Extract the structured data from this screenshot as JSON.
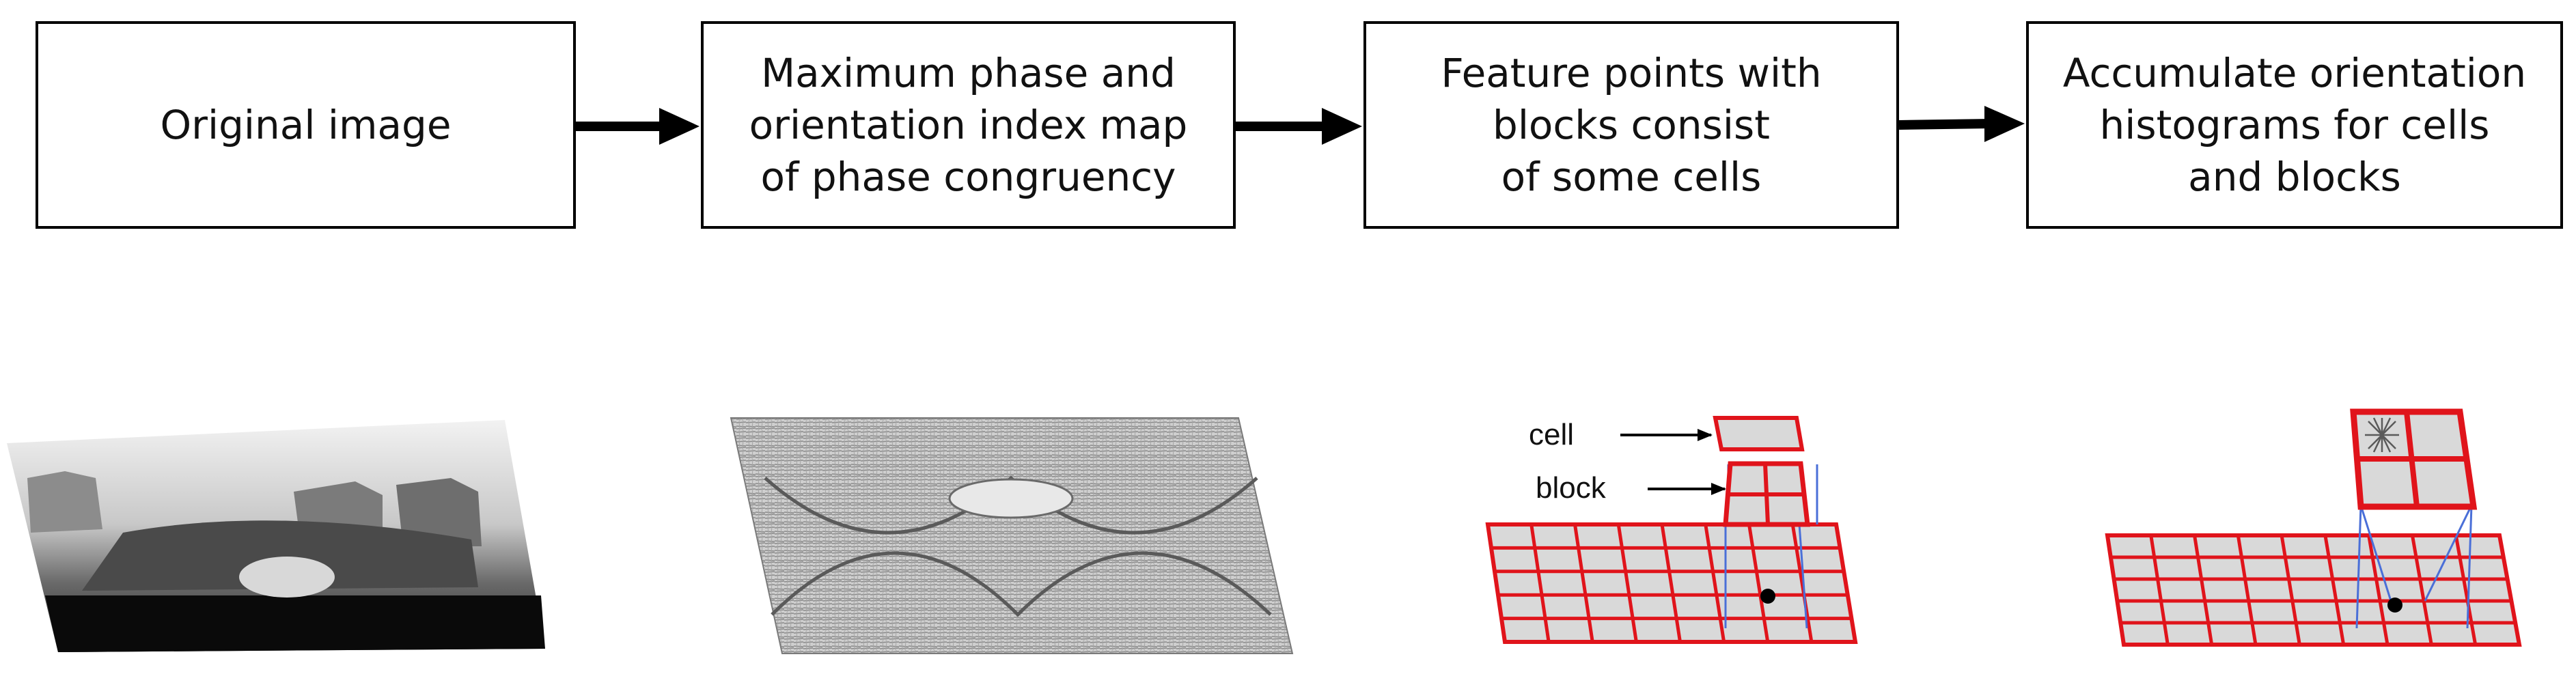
{
  "steps": [
    {
      "label": "Original image"
    },
    {
      "label": "Maximum phase and\norientation index map\nof phase congruency"
    },
    {
      "label": "Feature points with\nblocks consist\nof some cells"
    },
    {
      "label": "Accumulate orientation\nhistograms for cells\nand blocks"
    }
  ],
  "illustration": {
    "cell_label": "cell",
    "block_label": "block"
  },
  "colors": {
    "grid_red": "#e0141b",
    "cell_fill": "#d9d9d9",
    "projection_blue": "#4a6fd8",
    "feature_point": "#000000"
  }
}
